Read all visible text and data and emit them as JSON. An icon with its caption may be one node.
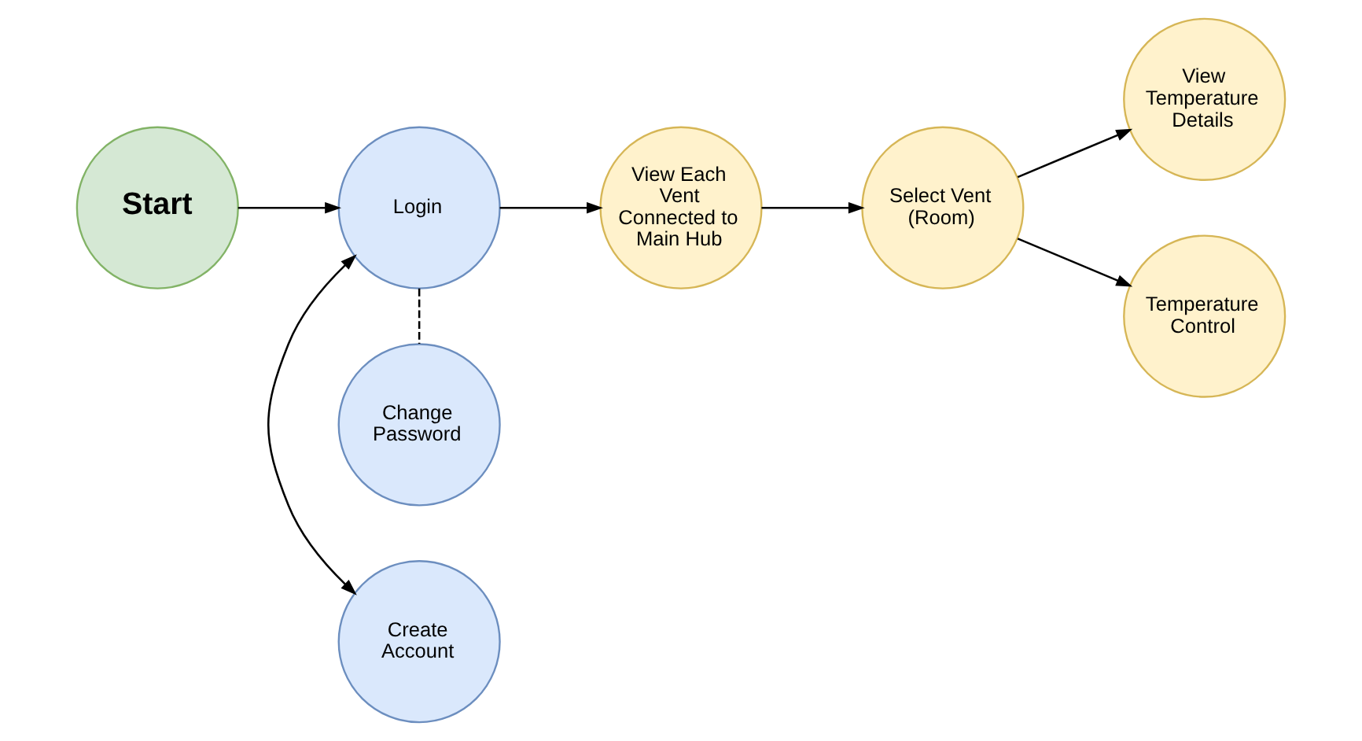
{
  "diagram": {
    "nodes": [
      {
        "text": [
          "Start"
        ]
      },
      {
        "text": [
          "Create Account"
        ]
      },
      {
        "text": [
          "Login"
        ]
      },
      {
        "text": [
          "Change Password"
        ]
      },
      {
        "text": [
          "View Each Vent Connected to Main Hub"
        ]
      },
      {
        "text": [
          "Select Vent (Room)"
        ]
      },
      {
        "text": [
          "View Temperature Details"
        ]
      },
      {
        "text": [
          "Temperature Control"
        ]
      }
    ],
    "edges": [
      {
        "from": 0,
        "to": 2,
        "arrow": "to"
      },
      {
        "from": 2,
        "to": 1,
        "arrow": "both"
      },
      {
        "from": 2,
        "to": 3,
        "arrow": "none",
        "style": "dashed"
      },
      {
        "from": 2,
        "to": 4,
        "arrow": "to"
      },
      {
        "from": 4,
        "to": 5,
        "arrow": "to"
      },
      {
        "from": 5,
        "to": 6,
        "arrow": "to"
      },
      {
        "from": 5,
        "to": 7,
        "arrow": "to"
      }
    ]
  }
}
